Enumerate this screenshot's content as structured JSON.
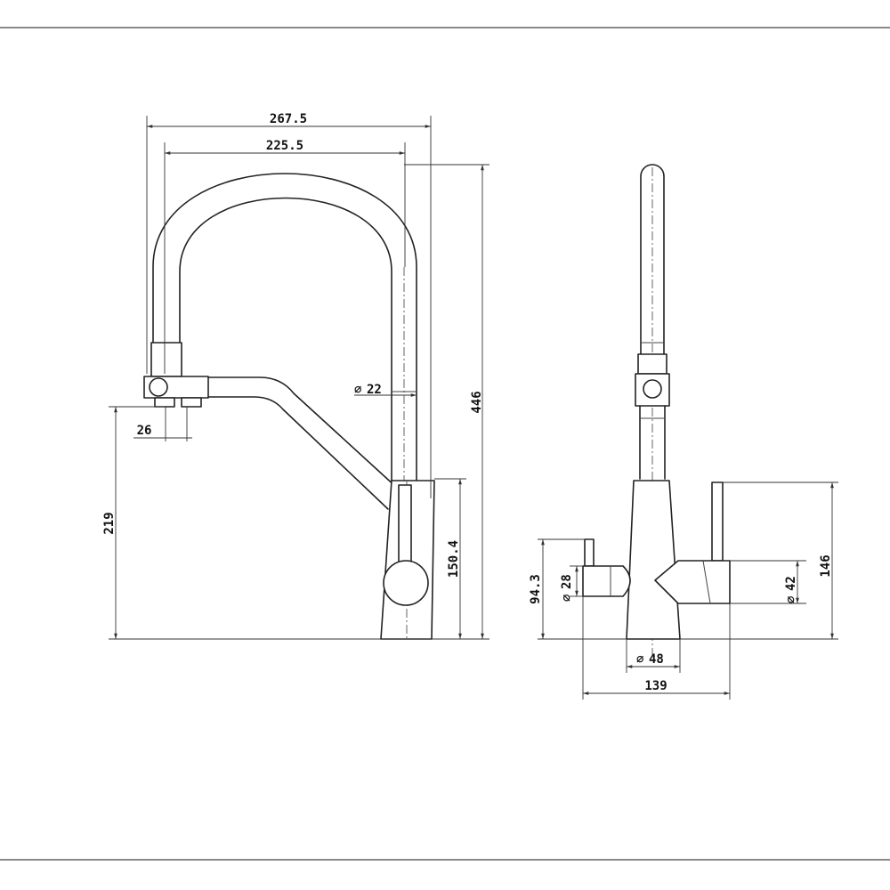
{
  "dimensions": {
    "overall_reach": "267.5",
    "spout_reach": "225.5",
    "spout_diameter": "22",
    "spray_head_offset": "26",
    "total_height": "446",
    "spout_clearance": "219",
    "body_height": "150.4",
    "cold_handle_height": "94.3",
    "cold_handle_diameter": "28",
    "hot_handle_diameter": "42",
    "hot_handle_height": "146",
    "base_diameter": "48",
    "overall_width": "139"
  },
  "diameter_symbol": "∅"
}
